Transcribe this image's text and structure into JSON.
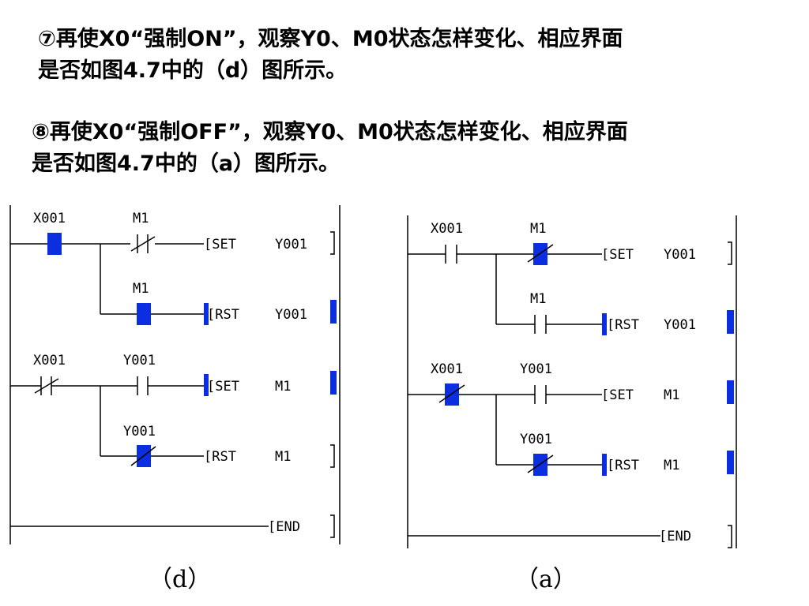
{
  "instructions": [
    {
      "line1": "⑦再使X0“强制ON”，观察Y0、M0状态怎样变化、相应界面",
      "line2": "是否如图4.7中的（d）图所示。"
    },
    {
      "line1": "⑧再使X0“强制OFF”，观察Y0、M0状态怎样变化、相应界面",
      "line2": "是否如图4.7中的（a）图所示。"
    }
  ],
  "diagrams": {
    "d": {
      "caption": "（d）",
      "rungs": [
        {
          "contact1": "X001",
          "contact2": "M1",
          "coil_cmd": "[SET",
          "coil_operand": "Y001"
        },
        {
          "contact2": "M1",
          "coil_cmd": "[RST",
          "coil_operand": "Y001"
        },
        {
          "contact1": "X001",
          "contact2": "Y001",
          "coil_cmd": "[SET",
          "coil_operand": "M1"
        },
        {
          "contact2": "Y001",
          "coil_cmd": "[RST",
          "coil_operand": "M1"
        }
      ],
      "end_label": "[END"
    },
    "a": {
      "caption": "（a）",
      "rungs": [
        {
          "contact1": "X001",
          "contact2": "M1",
          "coil_cmd": "[SET",
          "coil_operand": "Y001"
        },
        {
          "contact2": "M1",
          "coil_cmd": "[RST",
          "coil_operand": "Y001"
        },
        {
          "contact1": "X001",
          "contact2": "Y001",
          "coil_cmd": "[SET",
          "coil_operand": "M1"
        },
        {
          "contact2": "Y001",
          "coil_cmd": "[RST",
          "coil_operand": "M1"
        }
      ],
      "end_label": "[END"
    }
  },
  "colors": {
    "active_fill": "#0b2fe0",
    "line": "#000000"
  }
}
